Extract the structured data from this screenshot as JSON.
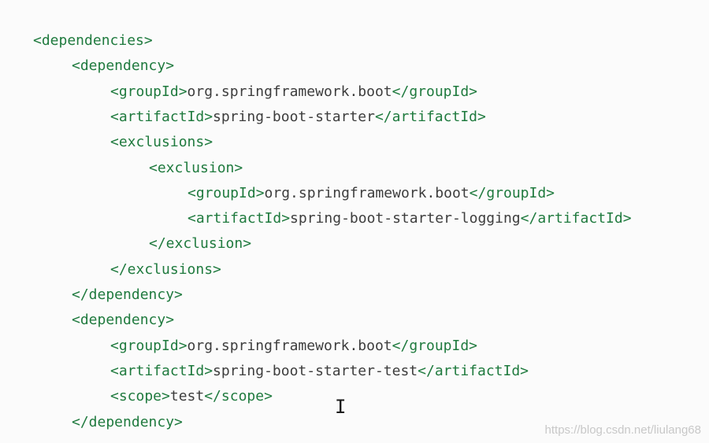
{
  "editor": {
    "lines": [
      {
        "indent": 0,
        "open": "<dependencies>",
        "value": "",
        "close": ""
      },
      {
        "indent": 1,
        "open": "<dependency>",
        "value": "",
        "close": ""
      },
      {
        "indent": 2,
        "open": "<groupId>",
        "value": "org.springframework.boot",
        "close": "</groupId>"
      },
      {
        "indent": 2,
        "open": "<artifactId>",
        "value": "spring-boot-starter",
        "close": "</artifactId>"
      },
      {
        "indent": 2,
        "open": "<exclusions>",
        "value": "",
        "close": ""
      },
      {
        "indent": 3,
        "open": "<exclusion>",
        "value": "",
        "close": ""
      },
      {
        "indent": 4,
        "open": "<groupId>",
        "value": "org.springframework.boot",
        "close": "</groupId>"
      },
      {
        "indent": 4,
        "open": "<artifactId>",
        "value": "spring-boot-starter-logging",
        "close": "</artifactId>"
      },
      {
        "indent": 3,
        "open": "</exclusion>",
        "value": "",
        "close": ""
      },
      {
        "indent": 2,
        "open": "</exclusions>",
        "value": "",
        "close": ""
      },
      {
        "indent": 1,
        "open": "</dependency>",
        "value": "",
        "close": ""
      },
      {
        "indent": 1,
        "open": "<dependency>",
        "value": "",
        "close": ""
      },
      {
        "indent": 2,
        "open": "<groupId>",
        "value": "org.springframework.boot",
        "close": "</groupId>"
      },
      {
        "indent": 2,
        "open": "<artifactId>",
        "value": "spring-boot-starter-test",
        "close": "</artifactId>"
      },
      {
        "indent": 2,
        "open": "<scope>",
        "value": "test",
        "close": "</scope>"
      },
      {
        "indent": 1,
        "open": "</dependency>",
        "value": "",
        "close": ""
      }
    ]
  },
  "cursor": {
    "glyph": "I"
  },
  "watermark": {
    "text": "https://blog.csdn.net/liulang68"
  },
  "colors": {
    "tag": "#1f7a3e",
    "text": "#3d3d3d",
    "background": "#fbfbfb"
  }
}
